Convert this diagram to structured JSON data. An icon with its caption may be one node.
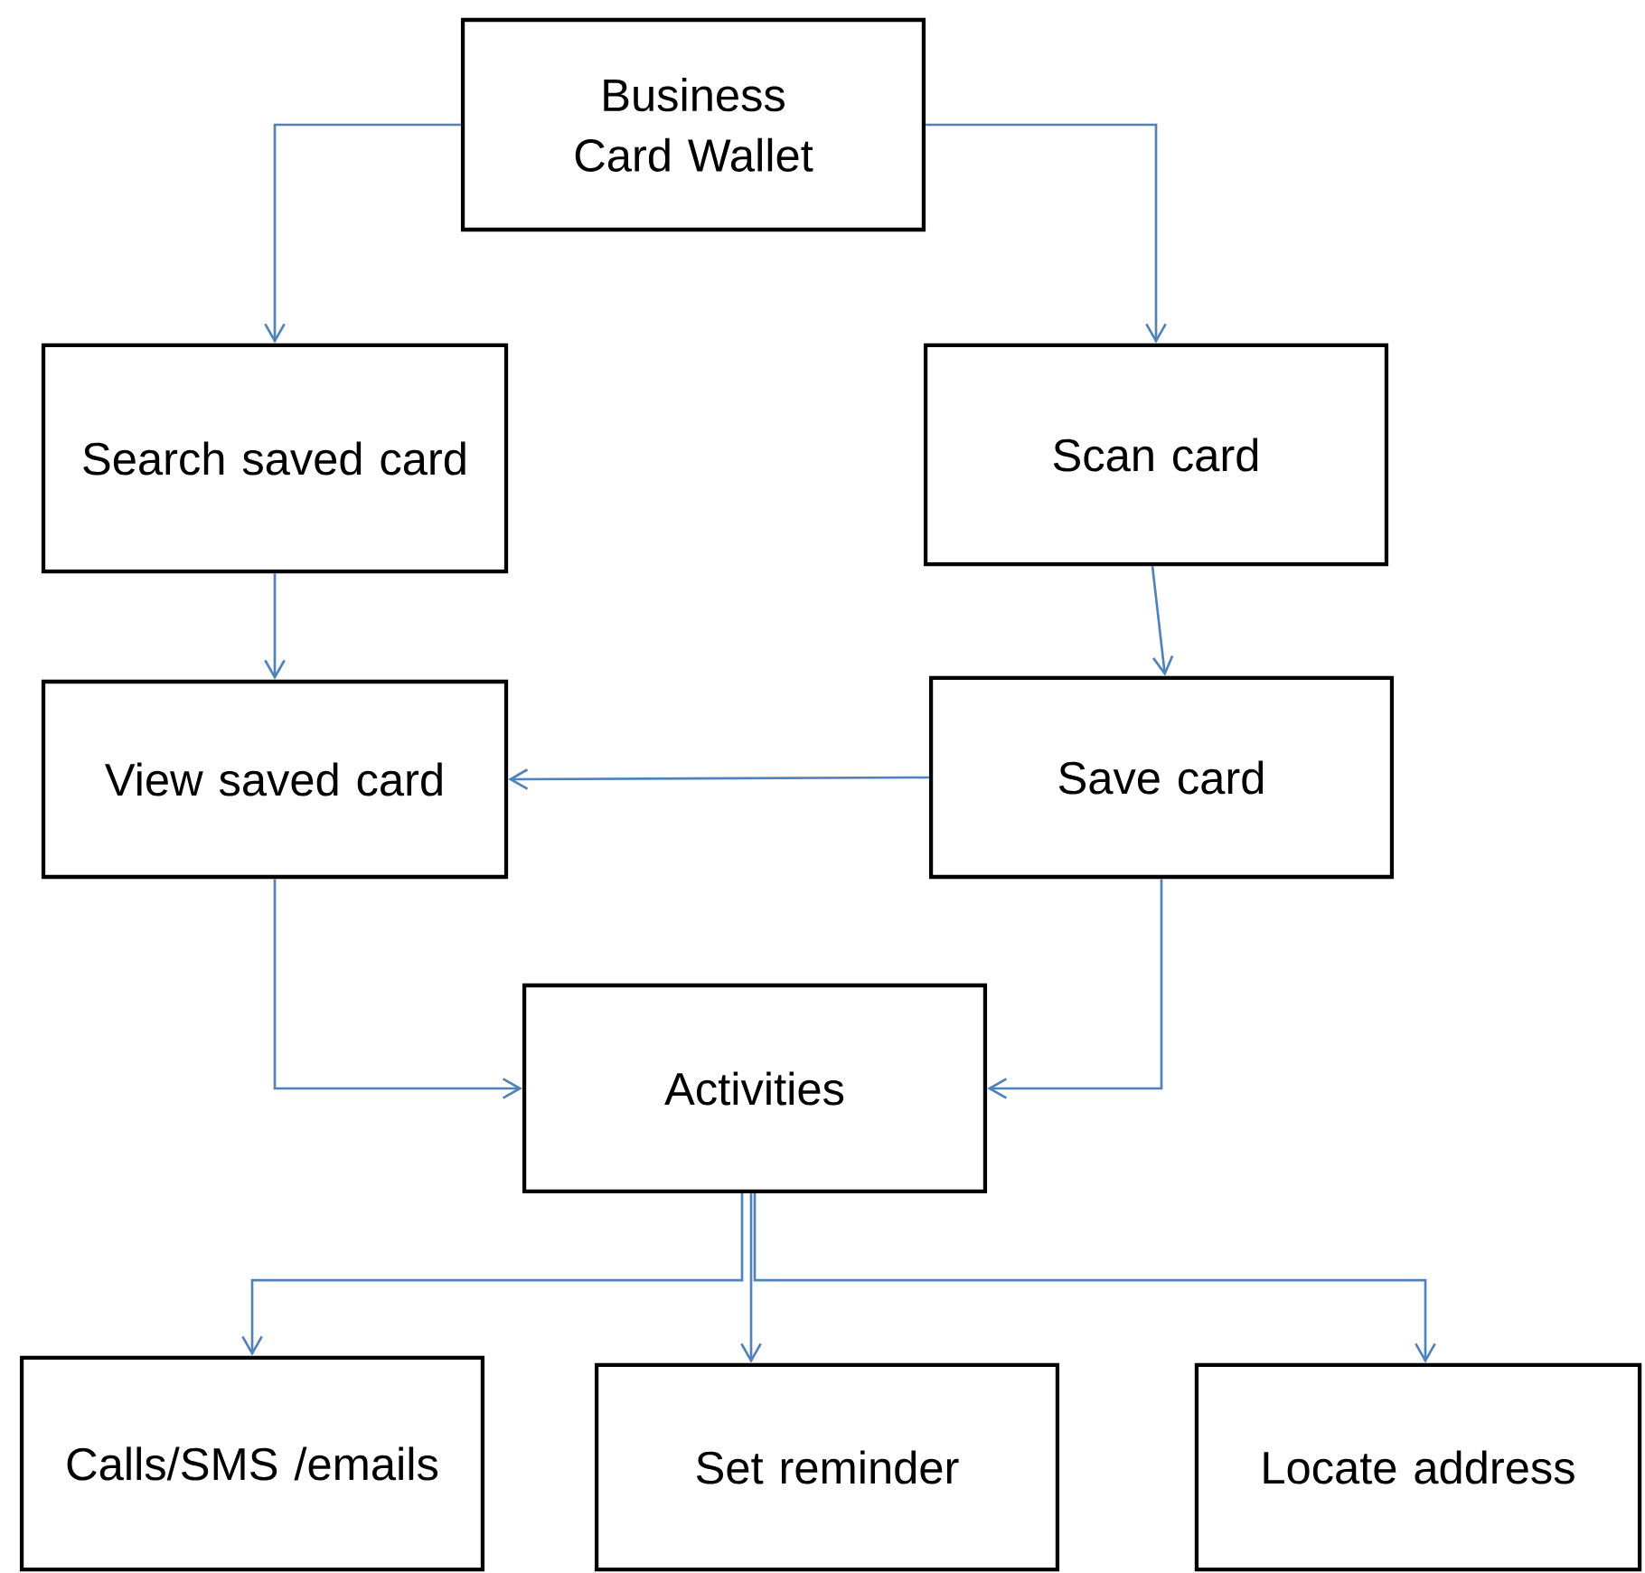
{
  "diagram": {
    "nodes": [
      {
        "text": [
          "Business Card Wallet"
        ]
      },
      {
        "text": [
          "Search saved card"
        ]
      },
      {
        "text": [
          "Scan card"
        ]
      },
      {
        "text": [
          "View saved card"
        ]
      },
      {
        "text": [
          "Save card"
        ]
      },
      {
        "text": [
          "Activities"
        ]
      },
      {
        "text": [
          "Calls/SMS /emails"
        ]
      },
      {
        "text": [
          "Set reminder"
        ]
      },
      {
        "text": [
          "Locate address"
        ]
      }
    ],
    "edges": [
      {
        "from": 0,
        "to": 1,
        "arrow": "to"
      },
      {
        "from": 0,
        "to": 2,
        "arrow": "to"
      },
      {
        "from": 1,
        "to": 3,
        "arrow": "to"
      },
      {
        "from": 2,
        "to": 4,
        "arrow": "to"
      },
      {
        "from": 4,
        "to": 3,
        "arrow": "to"
      },
      {
        "from": 3,
        "to": 5,
        "arrow": "to"
      },
      {
        "from": 4,
        "to": 5,
        "arrow": "to"
      },
      {
        "from": 5,
        "to": 6,
        "arrow": "to"
      },
      {
        "from": 5,
        "to": 7,
        "arrow": "to"
      },
      {
        "from": 5,
        "to": 8,
        "arrow": "to"
      }
    ]
  }
}
